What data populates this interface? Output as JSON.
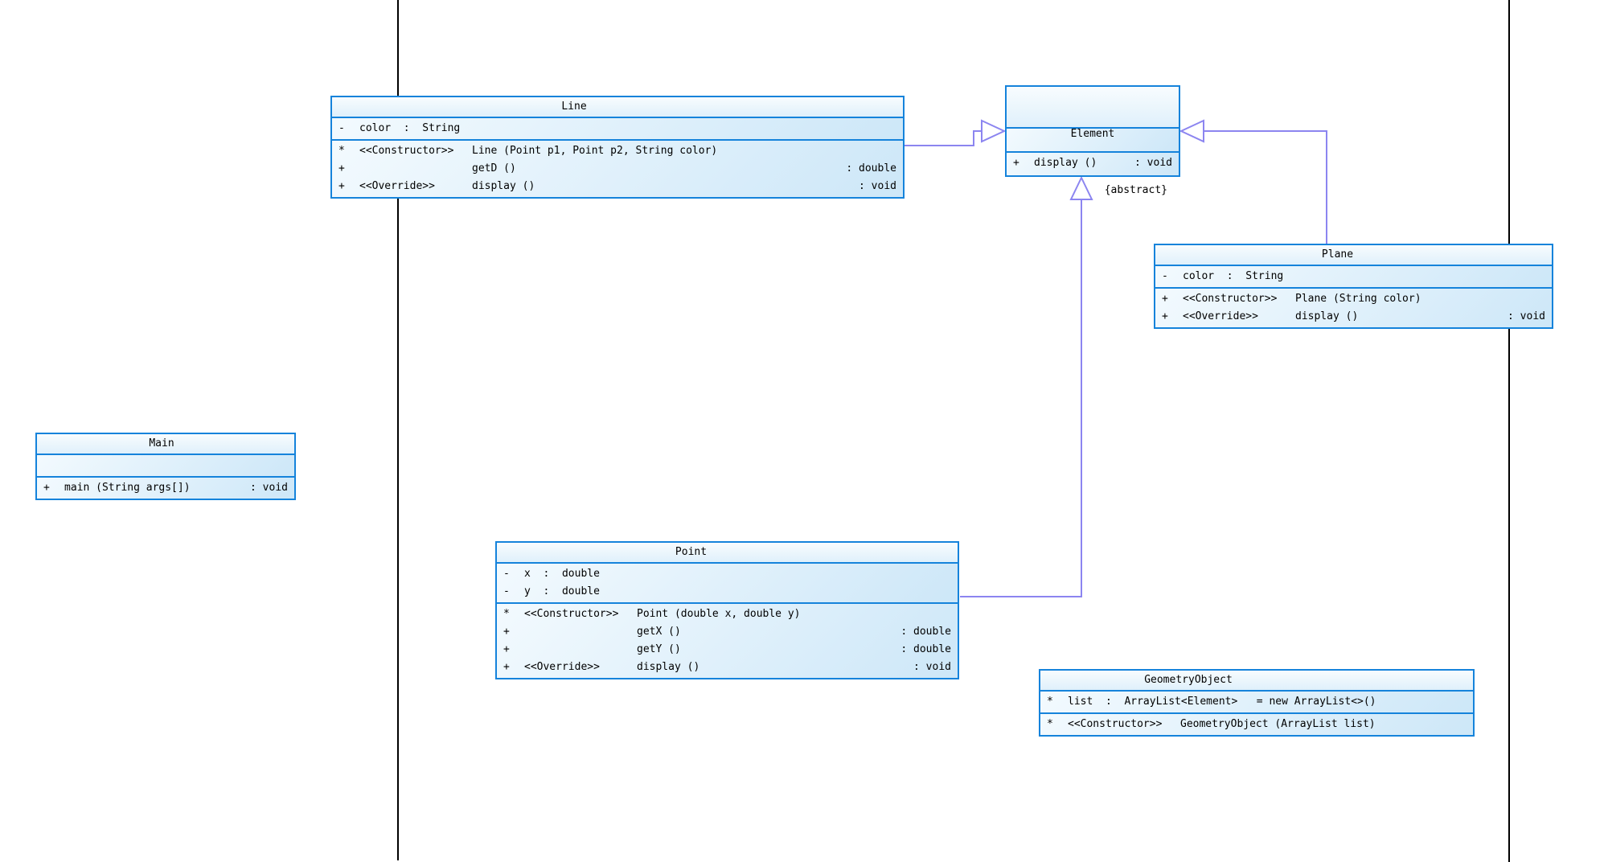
{
  "colors": {
    "box_border": "#1583db",
    "box_fill_light": "#f3fafe",
    "box_fill_dark": "#cde7f8",
    "connector": "#8c85f0",
    "lane_line": "#000000"
  },
  "classes": {
    "line": {
      "title": "Line",
      "attrs": [
        {
          "m": "-",
          "t": "color  :  String"
        }
      ],
      "methods": [
        {
          "m": "*",
          "s": "<<Constructor>>",
          "n": "Line (Point p1, Point p2, String color)",
          "r": ""
        },
        {
          "m": "+",
          "s": "",
          "n": "getD ()",
          "r": ": double"
        },
        {
          "m": "+",
          "s": "<<Override>>",
          "n": "display ()",
          "r": ": void"
        }
      ]
    },
    "element": {
      "title": "Element",
      "tag": "{abstract}",
      "methods": [
        {
          "m": "+",
          "n": "display ()",
          "r": ": void"
        }
      ]
    },
    "plane": {
      "title": "Plane",
      "attrs": [
        {
          "m": "-",
          "t": "color  :  String"
        }
      ],
      "methods": [
        {
          "m": "+",
          "s": "<<Constructor>>",
          "n": "Plane (String color)",
          "r": ""
        },
        {
          "m": "+",
          "s": "<<Override>>",
          "n": "display ()",
          "r": ": void"
        }
      ]
    },
    "main": {
      "title": "Main",
      "methods": [
        {
          "m": "+",
          "n": "main (String args[])",
          "r": ": void"
        }
      ]
    },
    "point": {
      "title": "Point",
      "attrs": [
        {
          "m": "-",
          "t": "x  :  double"
        },
        {
          "m": "-",
          "t": "y  :  double"
        }
      ],
      "methods": [
        {
          "m": "*",
          "s": "<<Constructor>>",
          "n": "Point (double x, double y)",
          "r": ""
        },
        {
          "m": "+",
          "s": "",
          "n": "getX ()",
          "r": ": double"
        },
        {
          "m": "+",
          "s": "",
          "n": "getY ()",
          "r": ": double"
        },
        {
          "m": "+",
          "s": "<<Override>>",
          "n": "display ()",
          "r": ": void"
        }
      ]
    },
    "geometryobject": {
      "title": "GeometryObject",
      "attrs": [
        {
          "m": "*",
          "t": "list  :  ArrayList<Element>   = new ArrayList<>()"
        }
      ],
      "methods": [
        {
          "m": "*",
          "s": "<<Constructor>>",
          "n": "GeometryObject (ArrayList list)",
          "r": ""
        }
      ]
    }
  },
  "relations": [
    {
      "type": "generalization",
      "from": "Line",
      "to": "Element"
    },
    {
      "type": "generalization",
      "from": "Plane",
      "to": "Element"
    },
    {
      "type": "generalization",
      "from": "Point",
      "to": "Element"
    }
  ]
}
